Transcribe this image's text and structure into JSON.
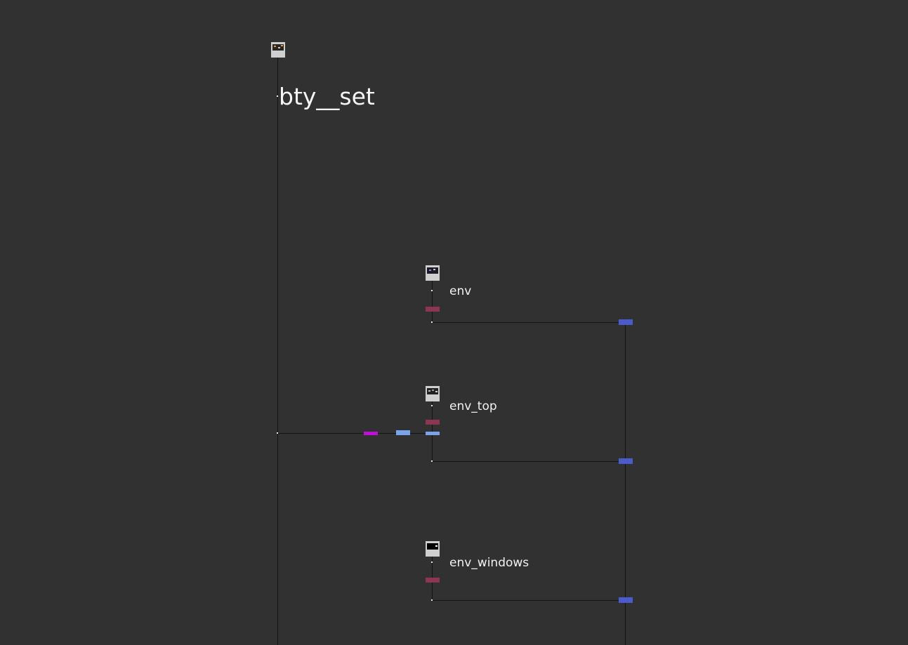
{
  "graph": {
    "root": {
      "label": "bty__set"
    },
    "nodes": [
      {
        "label": "env"
      },
      {
        "label": "env_top"
      },
      {
        "label": "env_windows"
      }
    ]
  }
}
